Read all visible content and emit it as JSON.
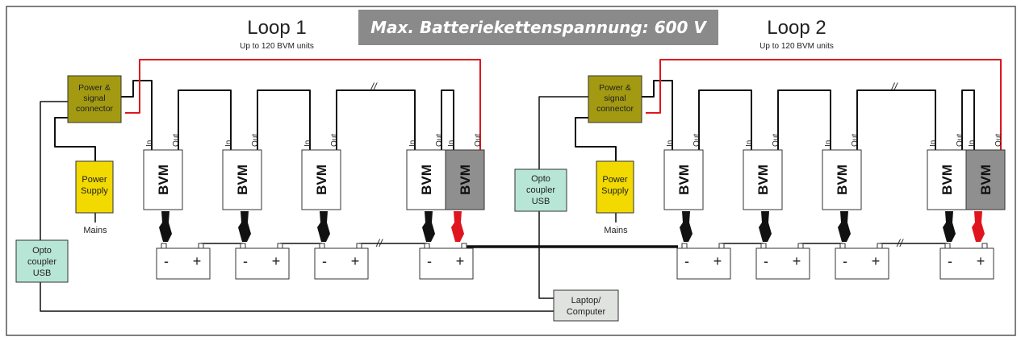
{
  "banner": {
    "text": "Max. Batteriekettenspannung: 600 V"
  },
  "loops": [
    {
      "title": "Loop 1",
      "subtitle": "Up to 120 BVM units"
    },
    {
      "title": "Loop 2",
      "subtitle": "Up to 120 BVM units"
    }
  ],
  "labels": {
    "power_signal_connector": [
      "Power &",
      "signal",
      "connector"
    ],
    "power_supply": [
      "Power",
      "Supply"
    ],
    "mains": "Mains",
    "opto_coupler": [
      "Opto",
      "coupler",
      "USB"
    ],
    "laptop": [
      "Laptop/",
      "Computer"
    ],
    "bvm": "BVM",
    "port_in": "In",
    "port_out": "Out",
    "terminal_minus": "-",
    "terminal_plus": "+",
    "break_mark": "//"
  },
  "colors": {
    "banner_bg": "#8a8a8a",
    "connector_fill": "#a39a12",
    "power_supply_fill": "#f2d900",
    "opto_fill": "#b8e6d6",
    "laptop_fill": "#dfe2df",
    "bvm_last_fill": "#8f8f8f",
    "red_wire": "#e0141e",
    "black_wire": "#111111",
    "frame": "#555555"
  }
}
